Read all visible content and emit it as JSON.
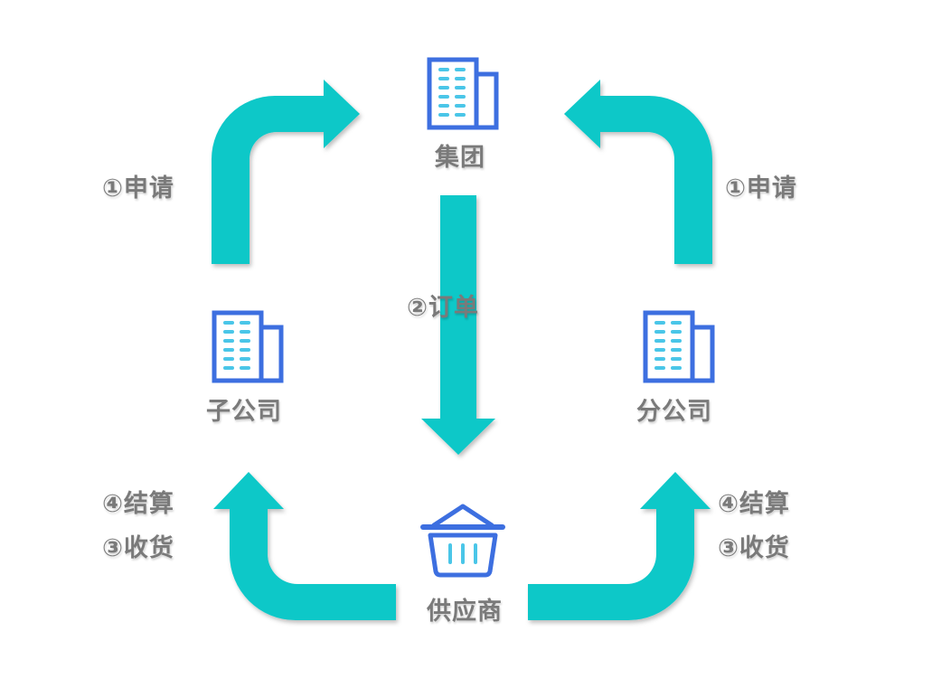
{
  "colors": {
    "arrow": "#0ac8c8",
    "icon": "#3d6fe0",
    "icon_accent": "#4ac6e8",
    "label": "#7a7a7a"
  },
  "nodes": {
    "group": {
      "label": "集团",
      "icon": "building-icon"
    },
    "subsidiary": {
      "label": "子公司",
      "icon": "building-icon"
    },
    "branch": {
      "label": "分公司",
      "icon": "building-icon"
    },
    "supplier": {
      "label": "供应商",
      "icon": "basket-icon"
    }
  },
  "steps": {
    "apply_left": "①申请",
    "apply_right": "①申请",
    "order": "②订单",
    "settle_left": "④结算",
    "receive_left": "③收货",
    "settle_right": "④结算",
    "receive_right": "③收货"
  }
}
